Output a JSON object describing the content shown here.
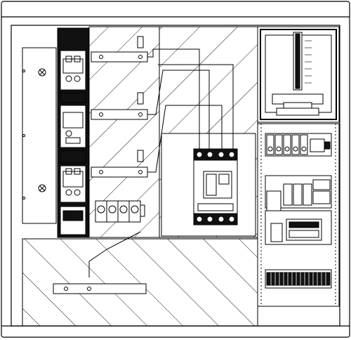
{
  "drawing": {
    "type": "electrical-cabinet-front-view",
    "colors": {
      "line": "#000000",
      "background": "#ffffff",
      "fill_dark": "#111111"
    },
    "components": {
      "fuse_switch_disconnector": {
        "poles": 3
      },
      "molded_case_breaker": {
        "poles": 4
      },
      "terminal_block_group": {
        "count": 4
      },
      "busbar_connection_points": {
        "count": 3
      },
      "meter_window": {
        "present": true
      },
      "din_rails": {
        "count": 4
      }
    }
  }
}
